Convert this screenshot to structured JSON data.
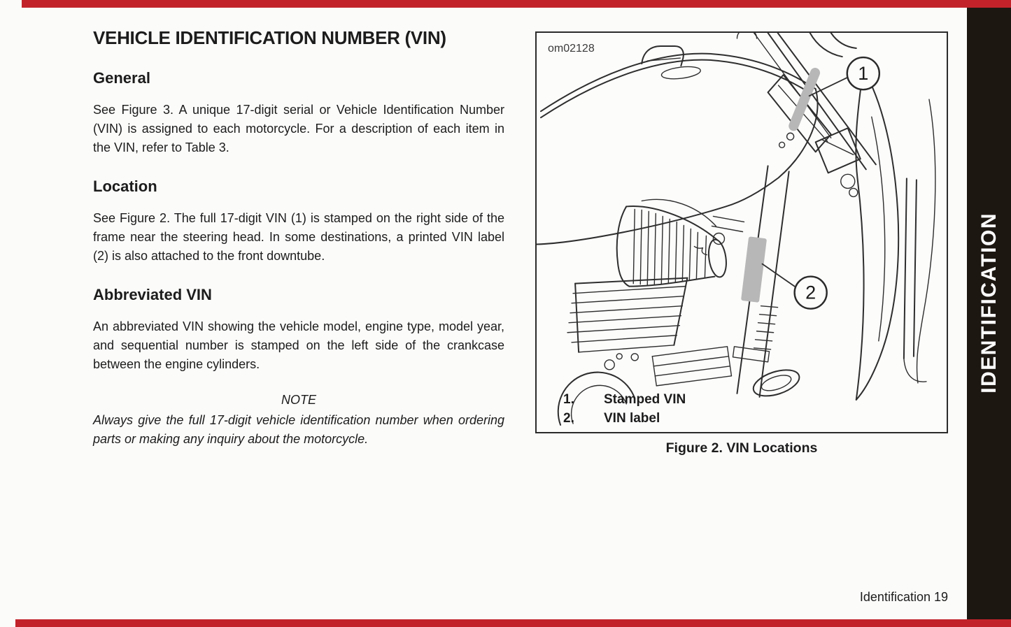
{
  "page": {
    "accent_red": "#c2232a",
    "sidebar_bg": "#1d1712",
    "highlight_gray": "#b7b7b7",
    "footer_text": "Identification 19"
  },
  "sidebar": {
    "label": "IDENTIFICATION"
  },
  "article": {
    "title": "VEHICLE IDENTIFICATION NUMBER (VIN)",
    "sections": [
      {
        "heading": "General",
        "body": "See Figure 3. A unique 17-digit serial or Vehicle Identification Number (VIN) is assigned to each motorcycle. For a description of each item in the VIN, refer to Table 3."
      },
      {
        "heading": "Location",
        "body": "See Figure 2. The full 17-digit VIN (1) is stamped on the right side of the frame near the steering head. In some destinations, a printed VIN label (2) is also attached to the front downtube."
      },
      {
        "heading": "Abbreviated VIN",
        "body": "An abbreviated VIN showing the vehicle model, engine type, model year, and sequential number is stamped on the left side of the crankcase between the engine cylinders."
      }
    ],
    "note": {
      "label": "NOTE",
      "body": "Always give the full 17-digit vehicle identification number when ordering parts or making any inquiry about the motorcycle."
    }
  },
  "figure": {
    "code": "om02128",
    "caption": "Figure 2. VIN Locations",
    "callouts": [
      "1",
      "2"
    ],
    "legend": [
      {
        "num": "1.",
        "label": "Stamped VIN"
      },
      {
        "num": "2.",
        "label": "VIN label"
      }
    ]
  }
}
